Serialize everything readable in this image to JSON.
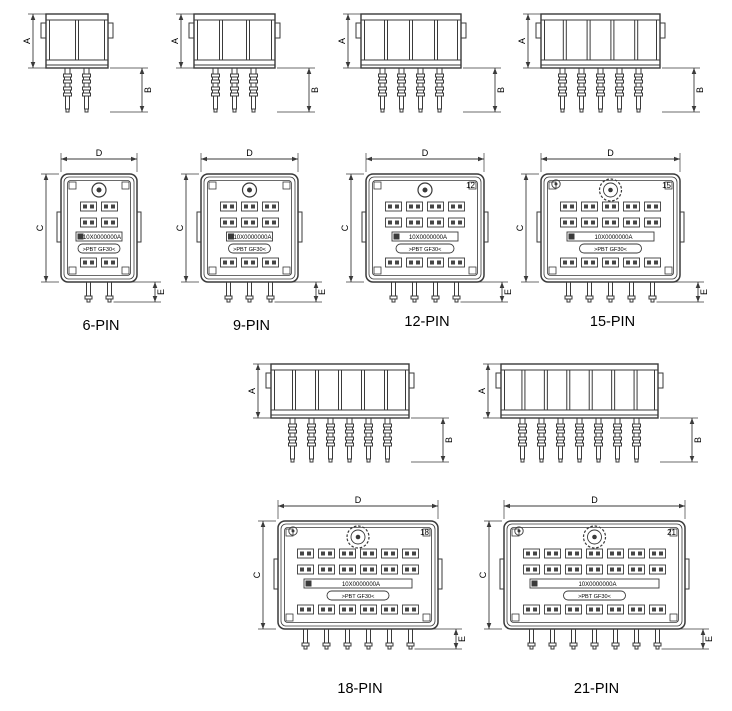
{
  "diagram": {
    "background": "#ffffff",
    "line_color": "#3a3a3a",
    "dimensions": {
      "A": "A",
      "B": "B",
      "C": "C",
      "D": "D",
      "E": "E"
    },
    "part_number": "10X0000000A",
    "material": ">PBT GF30<",
    "connectors": [
      {
        "id": "6pin",
        "label": "6-PIN",
        "pins": 6,
        "columns": 2,
        "rows": 3,
        "badge": "",
        "knob": "screw"
      },
      {
        "id": "9pin",
        "label": "9-PIN",
        "pins": 9,
        "columns": 3,
        "rows": 3,
        "badge": "",
        "knob": "screw"
      },
      {
        "id": "12pin",
        "label": "12-PIN",
        "pins": 12,
        "columns": 4,
        "rows": 3,
        "badge": "12",
        "knob": "screw"
      },
      {
        "id": "15pin",
        "label": "15-PIN",
        "pins": 15,
        "columns": 5,
        "rows": 3,
        "badge": "15",
        "knob": "knurled"
      },
      {
        "id": "18pin",
        "label": "18-PIN",
        "pins": 18,
        "columns": 6,
        "rows": 3,
        "badge": "18",
        "knob": "knurled"
      },
      {
        "id": "21pin",
        "label": "21-PIN",
        "pins": 21,
        "columns": 7,
        "rows": 3,
        "badge": "21",
        "knob": "knurled"
      }
    ]
  }
}
